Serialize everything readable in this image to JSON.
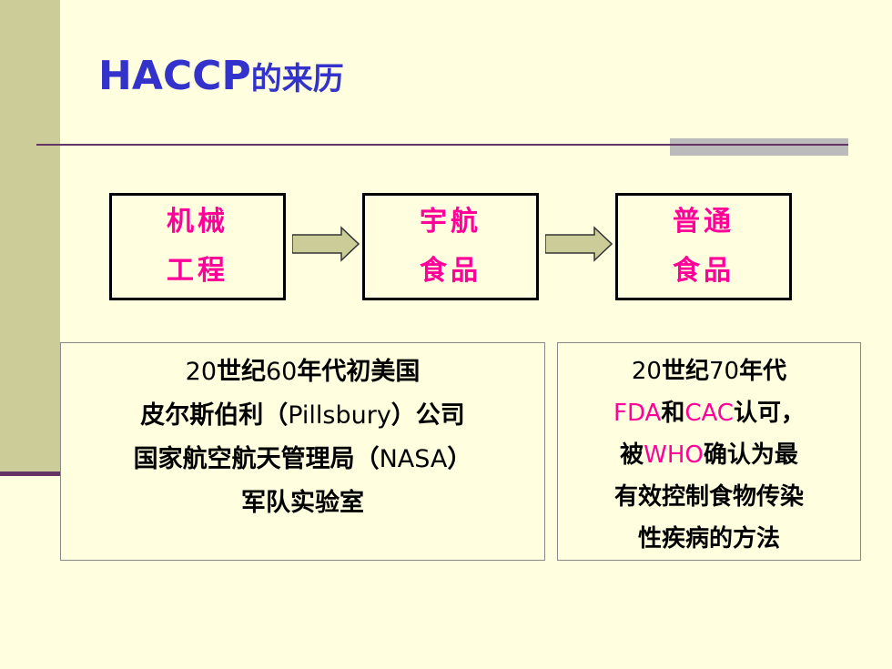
{
  "title": {
    "latin": "HACCP",
    "cjk": "的来历"
  },
  "stages": [
    {
      "line1": "机械",
      "line2": "工程"
    },
    {
      "line1": "宇航",
      "line2": "食品"
    },
    {
      "line1": "普通",
      "line2": "食品"
    }
  ],
  "left_panel": {
    "line1_a": "20",
    "line1_b": "世纪",
    "line1_c": "60",
    "line1_d": "年代初美国",
    "line2_a": "皮尔斯伯利（",
    "line2_b": "Pillsbury",
    "line2_c": "）公司",
    "line3_a": "国家航空航天管理局（",
    "line3_b": "NASA",
    "line3_c": "）",
    "line4": "军队实验室"
  },
  "right_panel": {
    "line1_a": "20",
    "line1_b": "世纪",
    "line1_c": "70",
    "line1_d": "年代",
    "line2_a": "FDA",
    "line2_b": "和",
    "line2_c": "CAC",
    "line2_d": "认可，",
    "line3_a": "被",
    "line3_b": "WHO",
    "line3_c": "确认为最",
    "line4": "有效控制食物传染",
    "line5": "性疾病的方法"
  },
  "colors": {
    "title": "#3333CC",
    "accent": "#FF0099",
    "sidebar": "#CCCC99",
    "rule": "#663366",
    "background": "#FFFFE0"
  }
}
